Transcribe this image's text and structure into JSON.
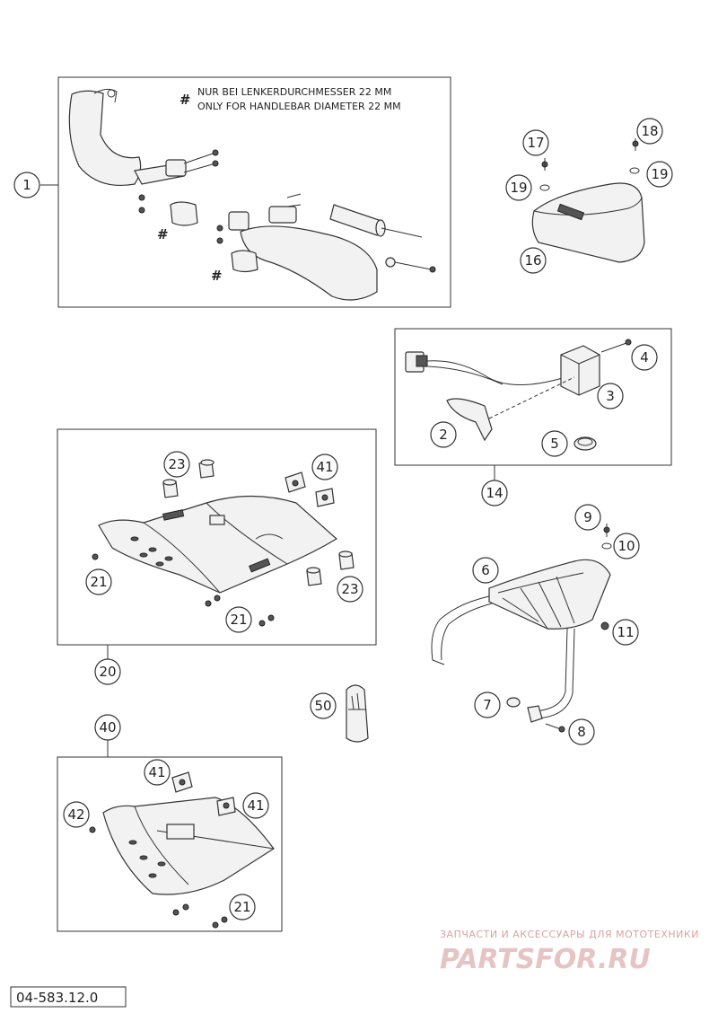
{
  "note": {
    "marker": "#",
    "line_de": "NUR BEI LENKERDURCHMESSER 22 MM",
    "line_en": "ONLY FOR HANDLEBAR DIAMETER 22 MM"
  },
  "hash_symbol": "#",
  "callouts": {
    "c1": "1",
    "c2": "2",
    "c3": "3",
    "c4": "4",
    "c5": "5",
    "c6": "6",
    "c7": "7",
    "c8": "8",
    "c9": "9",
    "c10": "10",
    "c11": "11",
    "c14": "14",
    "c16": "16",
    "c17": "17",
    "c18": "18",
    "c19a": "19",
    "c19b": "19",
    "c20": "20",
    "c21a": "21",
    "c21b": "21",
    "c21c": "21",
    "c23a": "23",
    "c23b": "23",
    "c40": "40",
    "c41a": "41",
    "c41b": "41",
    "c41c": "41",
    "c42": "42",
    "c50": "50"
  },
  "watermark": {
    "tagline": "ЗАПЧАСТИ И АКСЕССУАРЫ ДЛЯ МОТОТЕХНИКИ",
    "brand": "PARTSFOR.RU"
  },
  "drawing_code": "04-583.12.0"
}
